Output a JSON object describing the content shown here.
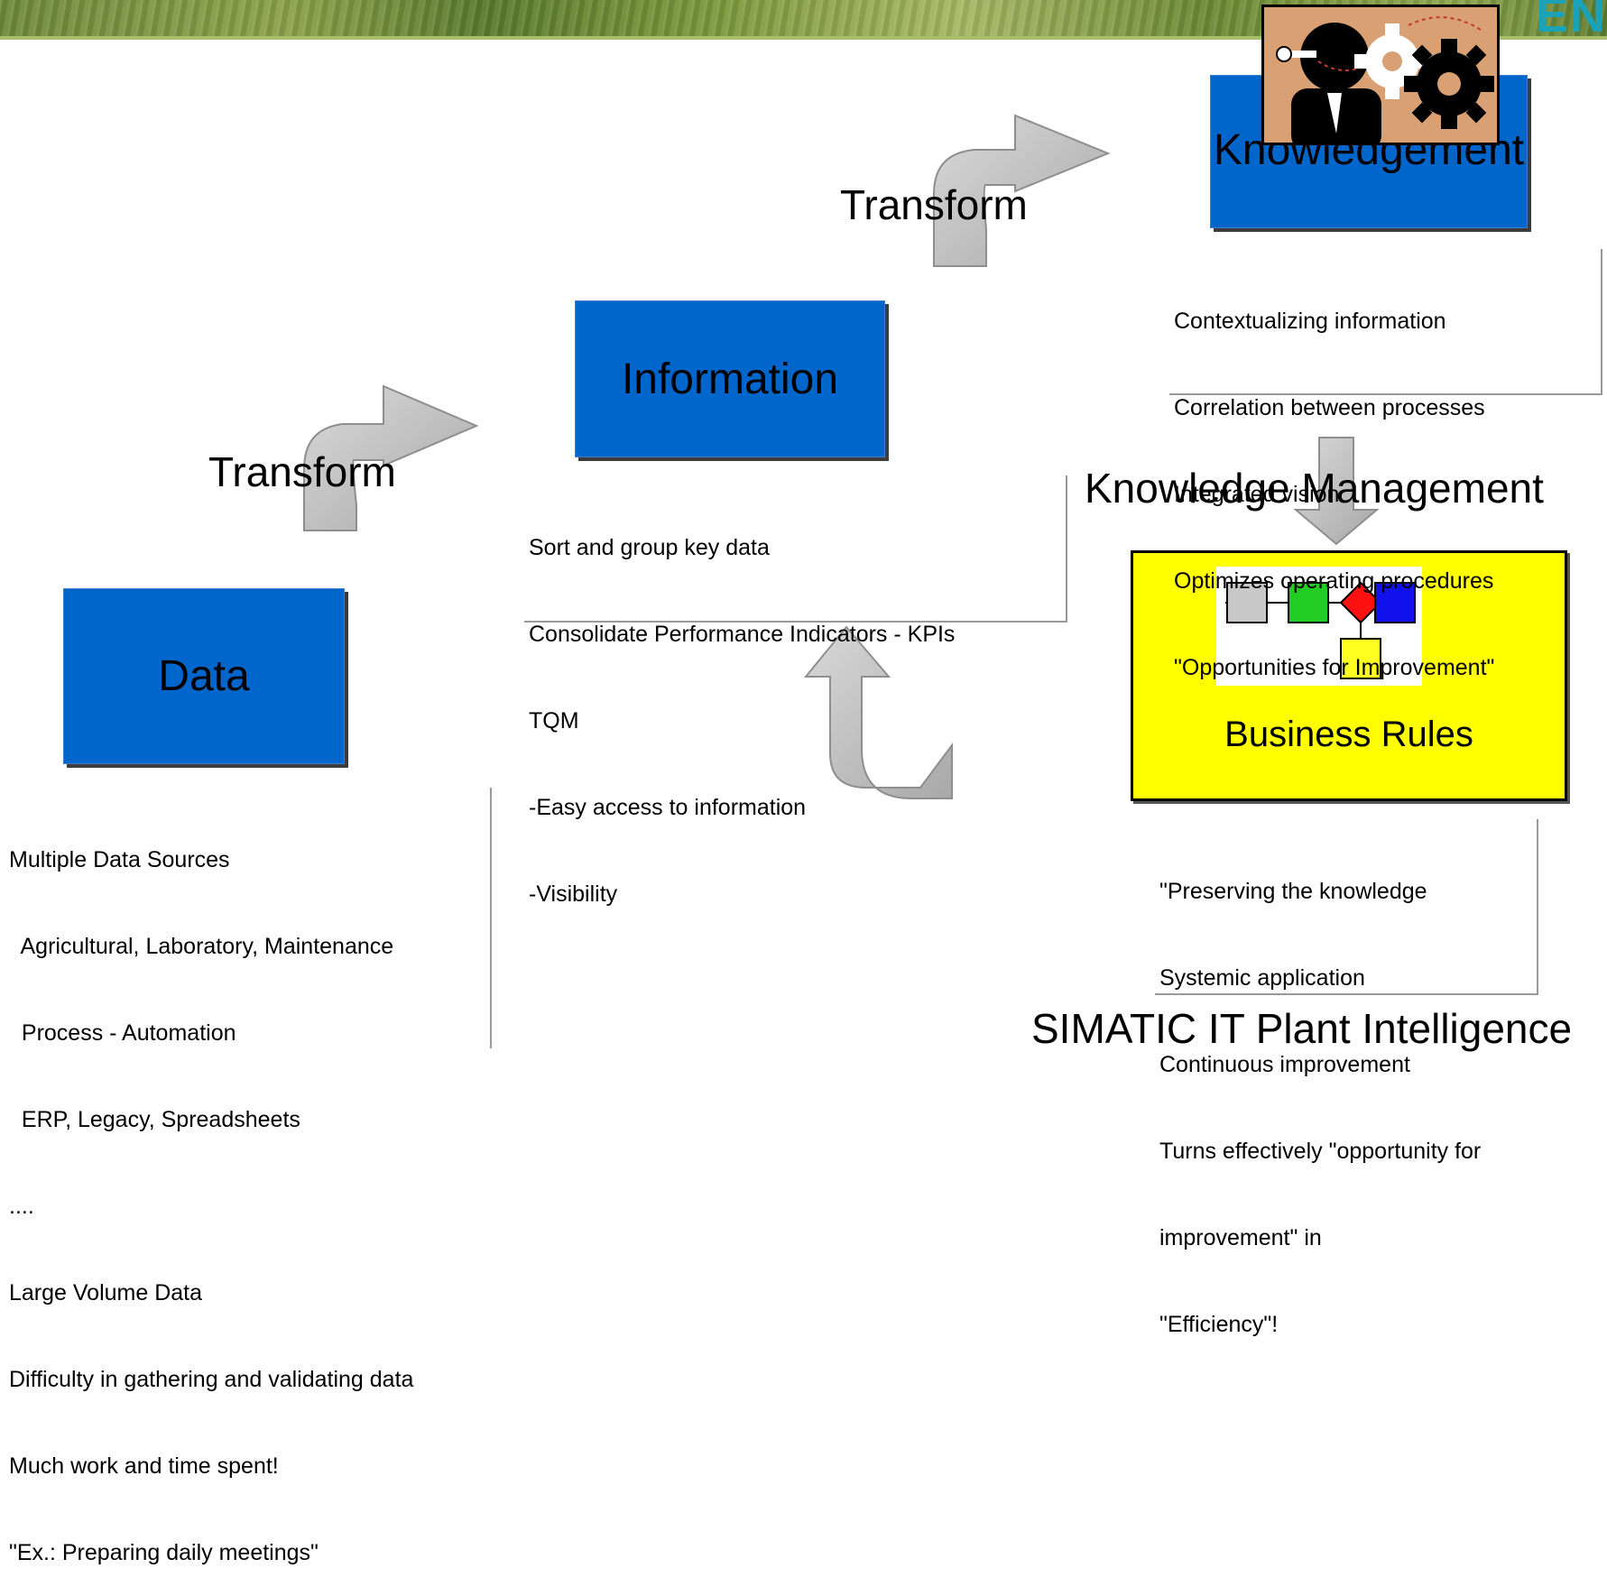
{
  "brand": "EN",
  "nodes": {
    "data": "Data",
    "information": "Information",
    "knowledgement": "Knowledgement",
    "business_rules": "Business Rules"
  },
  "labels": {
    "transform_1": "Transform",
    "transform_2": "Transform",
    "knowledge_management": "Knowledge Management",
    "product": "SIMATIC IT Plant Intelligence"
  },
  "data_notes": [
    "Multiple Data Sources",
    "  Agricultural, Laboratory, Maintenance",
    "  Process - Automation",
    "  ERP, Legacy, Spreadsheets",
    "....",
    "Large Volume Data",
    "Difficulty in gathering and validating data",
    "Much work and time spent!",
    "\"Ex.: Preparing daily meetings\""
  ],
  "information_notes": [
    "Sort and group key data",
    "Consolidate Performance Indicators - KPIs",
    "TQM",
    "-Easy access to information",
    "-Visibility"
  ],
  "knowledge_notes": [
    "Contextualizing information",
    "Correlation between processes",
    "Integrated vision",
    "Optimizes operating procedures",
    "\"Opportunities for Improvement\""
  ],
  "business_notes": [
    "\"Preserving the knowledge",
    "Systemic application",
    "Continuous improvement",
    "Turns effectively \"opportunity for",
    "improvement\" in",
    "\"Efficiency\"!"
  ],
  "colors": {
    "node_blue": "#0066cc",
    "business_yellow": "#ffff00",
    "arrow_gray": "#c0c0c0"
  },
  "icons": [
    "engineer-gears-icon",
    "workflow-diagram-icon"
  ]
}
